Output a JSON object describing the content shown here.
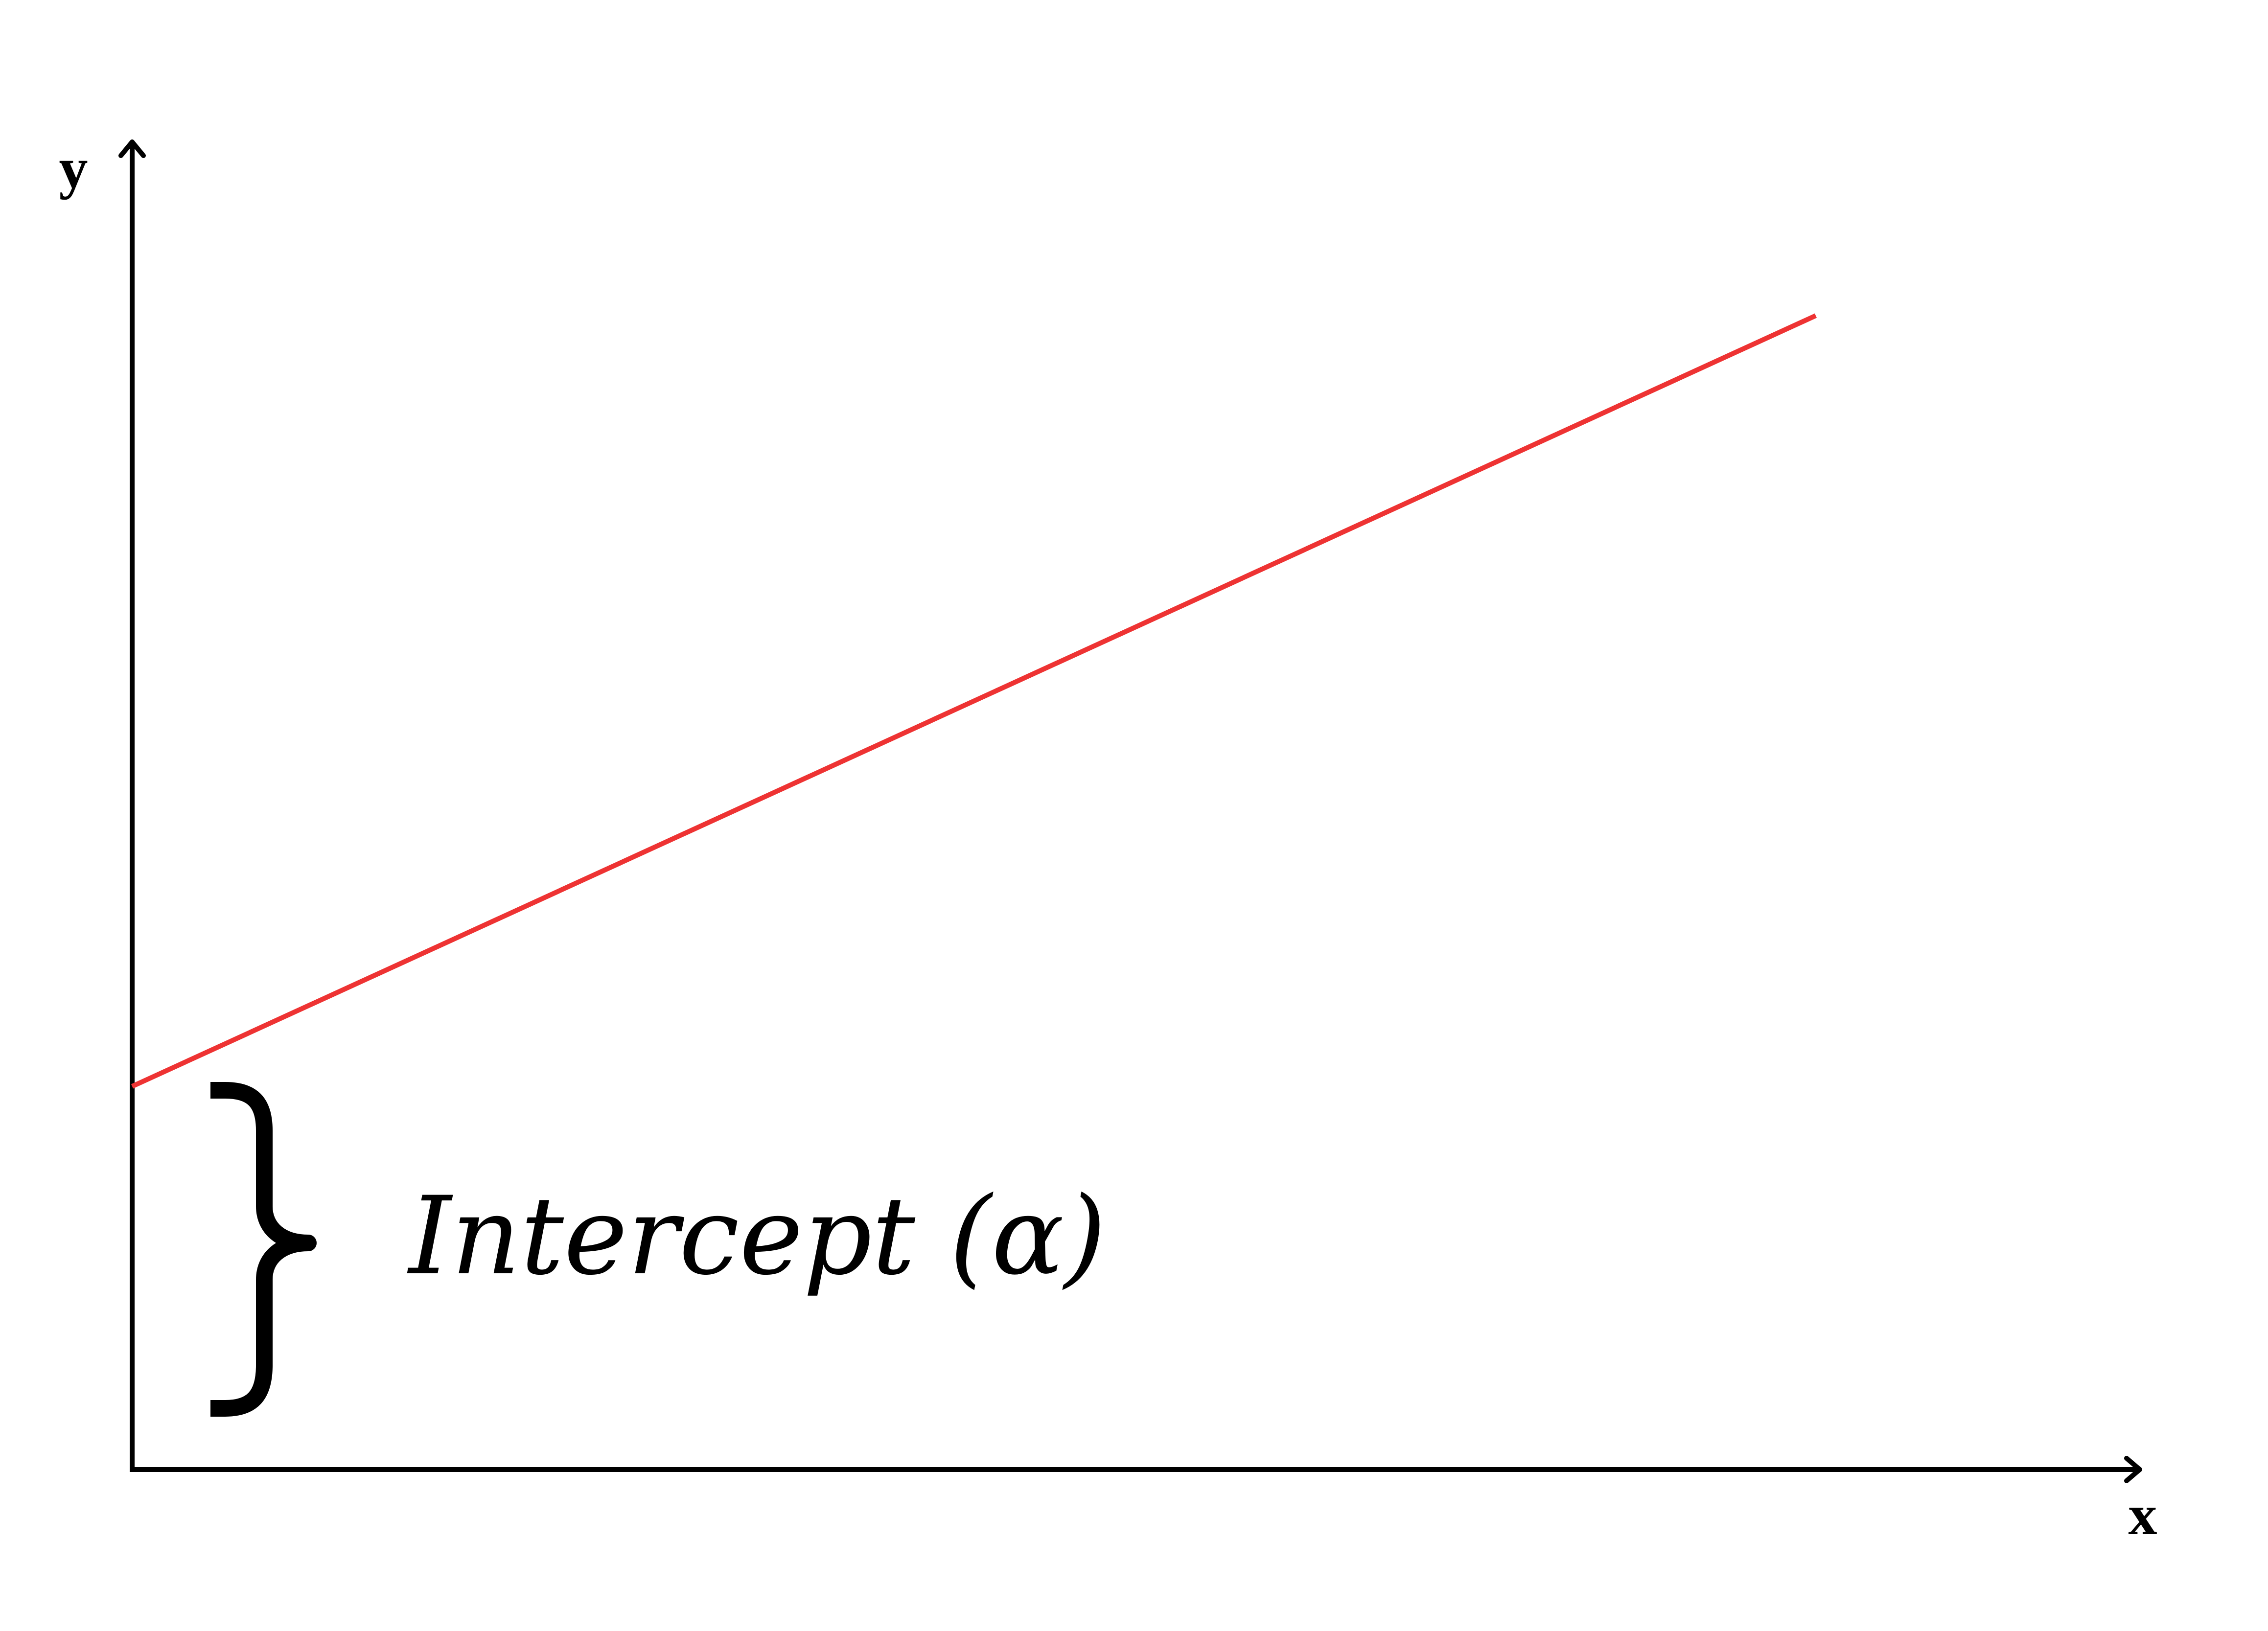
{
  "diagram": {
    "y_axis_label": "y",
    "x_axis_label": "x",
    "annotation_label": "Intercept (α)",
    "colors": {
      "regression_line": "#ee3333",
      "axes": "#000000",
      "background": "#ffffff"
    },
    "icons": {
      "bracket": "curly-brace-right-icon",
      "axis_arrows": "arrow-head-icon"
    }
  }
}
